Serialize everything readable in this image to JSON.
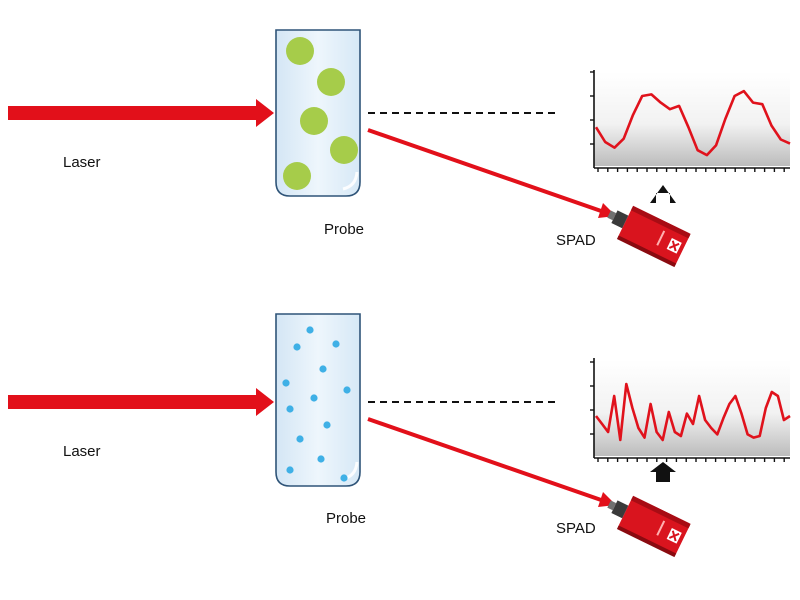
{
  "colors": {
    "laser": "#e2101a",
    "large_particle": "#a6cc4a",
    "small_particle": "#3fb0e6",
    "tube_fill": "#e6f1fa",
    "tube_stroke": "#2f5478",
    "device_body": "#d9141e",
    "trace": "#e0121c"
  },
  "panels": [
    {
      "id": "top",
      "laser_label": "Laser",
      "probe_label": "Probe",
      "detector_label": "SPAD",
      "particles": "large",
      "signal": "slow",
      "trace_y": [
        0.4,
        0.22,
        0.15,
        0.26,
        0.55,
        0.78,
        0.8,
        0.7,
        0.62,
        0.66,
        0.4,
        0.12,
        0.06,
        0.18,
        0.5,
        0.78,
        0.84,
        0.7,
        0.68,
        0.42,
        0.25,
        0.2
      ]
    },
    {
      "id": "bottom",
      "laser_label": "Laser",
      "probe_label": "Probe",
      "detector_label": "SPAD",
      "particles": "small",
      "signal": "fast",
      "trace_y": [
        0.45,
        0.35,
        0.25,
        0.7,
        0.15,
        0.85,
        0.55,
        0.3,
        0.18,
        0.6,
        0.25,
        0.15,
        0.5,
        0.25,
        0.2,
        0.48,
        0.35,
        0.7,
        0.4,
        0.3,
        0.22,
        0.42,
        0.6,
        0.7,
        0.48,
        0.22,
        0.18,
        0.2,
        0.55,
        0.75,
        0.7,
        0.4,
        0.45
      ]
    }
  ]
}
